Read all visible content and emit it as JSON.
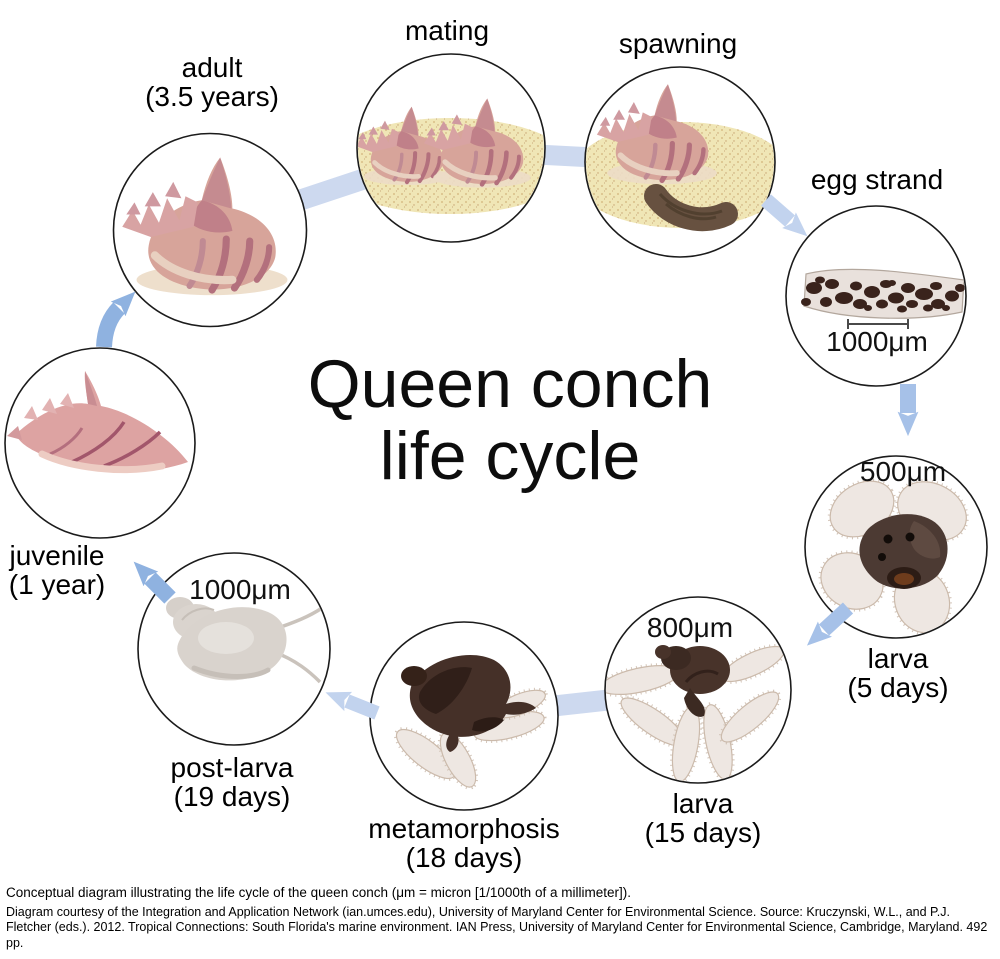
{
  "title": {
    "line1": "Queen conch",
    "line2": "life cycle"
  },
  "stages": {
    "adult": {
      "label": "adult",
      "duration": "(3.5 years)"
    },
    "mating": {
      "label": "mating"
    },
    "spawning": {
      "label": "spawning"
    },
    "egg_strand": {
      "label": "egg strand",
      "scale": "1000μm"
    },
    "larva_early": {
      "label": "larva",
      "duration": "(5 days)",
      "scale": "500μm"
    },
    "larva_late": {
      "label": "larva",
      "duration": "(15 days)",
      "scale": "800μm"
    },
    "metamorphosis": {
      "label": "metamorphosis",
      "duration": "(18 days)"
    },
    "post_larva": {
      "label": "post-larva",
      "duration": "(19 days)",
      "scale": "1000μm"
    },
    "juvenile": {
      "label": "juvenile",
      "duration": "(1 year)"
    }
  },
  "cycle_order": [
    "adult",
    "mating",
    "spawning",
    "egg_strand",
    "larva_early",
    "larva_late",
    "metamorphosis",
    "post_larva",
    "juvenile"
  ],
  "caption": {
    "line1": "Conceptual diagram illustrating the life cycle of the queen conch (μm = micron [1/1000th of a millimeter]).",
    "credit": "Diagram courtesy of the Integration and Application Network (ian.umces.edu), University of Maryland Center for Environmental Science.  Source: Kruczynski, W.L., and P.J. Fletcher (eds.). 2012. Tropical Connections: South Florida's marine environment. IAN Press, University of Maryland Center for Environmental Science, Cambridge, Maryland. 492 pp."
  },
  "colors": {
    "band_light_blue": "#cdd9ef",
    "arrow_light": "#c2d3ee",
    "arrow_mid": "#a6c1e8",
    "arrow_strong": "#8fb2e0",
    "circle_stroke": "#1b1b1b",
    "shell_pink": "#d7a49a",
    "sand": "#f0e6b6",
    "egg_dark_brown": "#3a231c",
    "larva_body": "#4c3a33",
    "post_larva_gray": "#d9d3cd"
  }
}
